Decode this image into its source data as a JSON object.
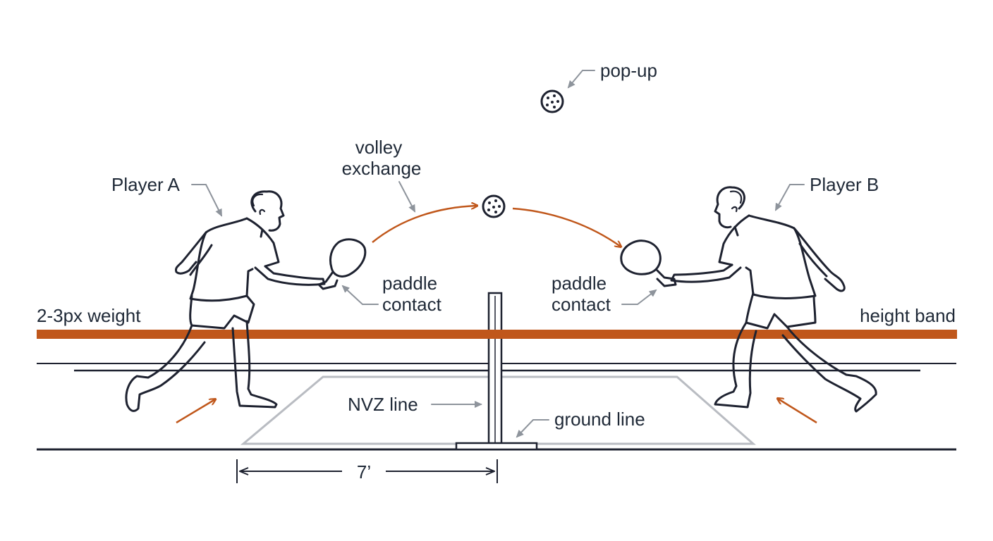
{
  "labels": {
    "pop_up": "pop-up",
    "volley_line1": "volley",
    "volley_line2": "exchange",
    "player_a": "Player A",
    "player_b": "Player B",
    "paddle_left_line1": "paddle",
    "paddle_left_line2": "contact",
    "paddle_right_line1": "paddle",
    "paddle_right_line2": "contact",
    "weight": "2-3px weight",
    "height_band": "height band",
    "nvz_line": "NVZ line",
    "ground_line": "ground line",
    "distance": "7’"
  },
  "colors": {
    "accent": "#c0571b",
    "ink": "#1e2230",
    "leader": "#8e949c",
    "court": "#b9bcc2"
  },
  "icons": [
    "pickleball-icon",
    "paddle-icon",
    "player-figure-icon",
    "arrow-icon"
  ]
}
